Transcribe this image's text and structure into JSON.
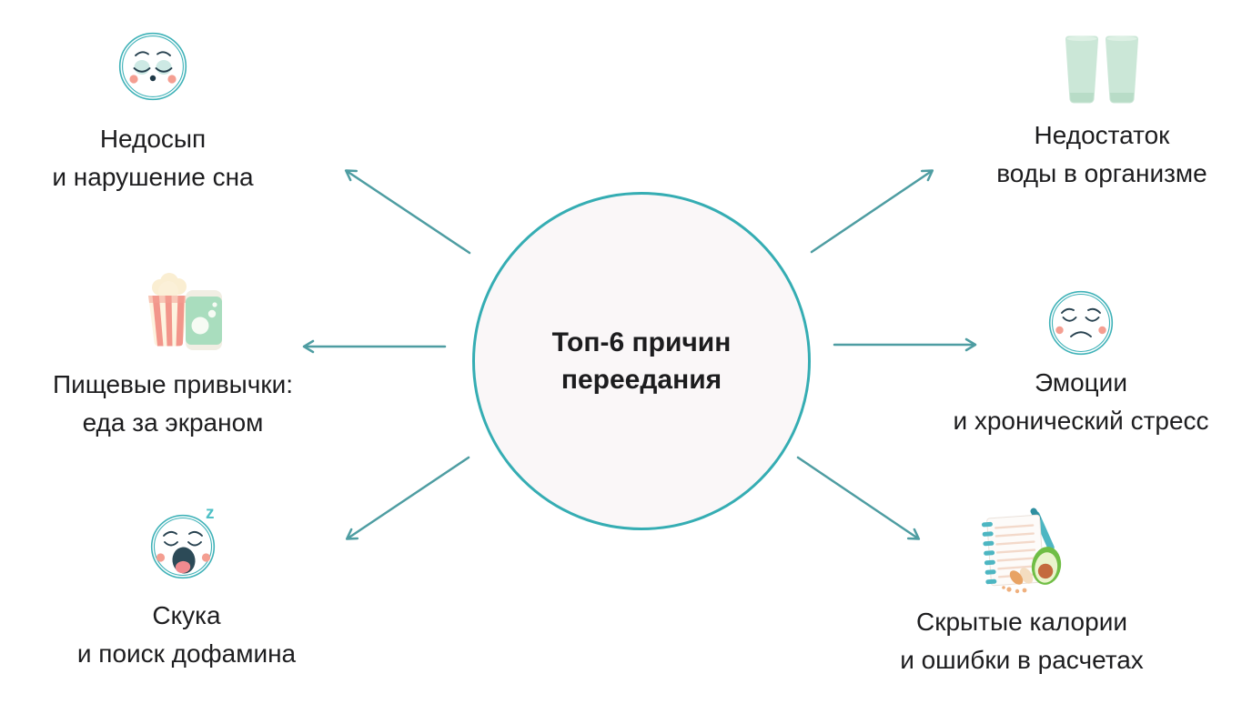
{
  "title": "Топ-6 причин переедания",
  "center": {
    "line1": "Топ-6 причин",
    "line2": "переедания"
  },
  "items": [
    {
      "id": "sleep",
      "icon": "sleepy-face-icon",
      "line1": "Недосып",
      "line2": "и нарушение сна"
    },
    {
      "id": "water",
      "icon": "water-glasses-icon",
      "line1": "Недостаток",
      "line2": "воды в организме"
    },
    {
      "id": "habits",
      "icon": "popcorn-soda-can-icon",
      "line1": "Пищевые привычки:",
      "line2": "еда за экраном"
    },
    {
      "id": "emotions",
      "icon": "sad-face-icon",
      "line1": "Эмоции",
      "line2": "и хронический стресс"
    },
    {
      "id": "boredom",
      "icon": "yawning-face-icon",
      "z_glyph": "z",
      "line1": "Скука",
      "line2": "и поиск дофамина"
    },
    {
      "id": "calories",
      "icon": "food-diary-avocado-icon",
      "line1": "Скрытые калории",
      "line2": "и ошибки в расчетах"
    }
  ],
  "colors": {
    "accent_teal": "#35adb3",
    "arrow_teal": "#4e9da2",
    "face_outline_teal": "#3fb2b8",
    "text": "#1d1d1f",
    "circle_fill": "#faf7f8",
    "mint_eye": "#cde9e4",
    "cheek_pink": "#f49e91",
    "dark_feature": "#27414f",
    "glass_mint": "#cbe7d7",
    "popcorn_cream": "#fbf0d8",
    "stripe_salmon": "#f2968b",
    "can_green": "#a9ddbe",
    "avocado_green": "#70be45",
    "avocado_pit": "#c46a3e",
    "almond_orange": "#e8a364",
    "pen_teal": "#4db6c2",
    "tongue_pink": "#f08a8f"
  }
}
